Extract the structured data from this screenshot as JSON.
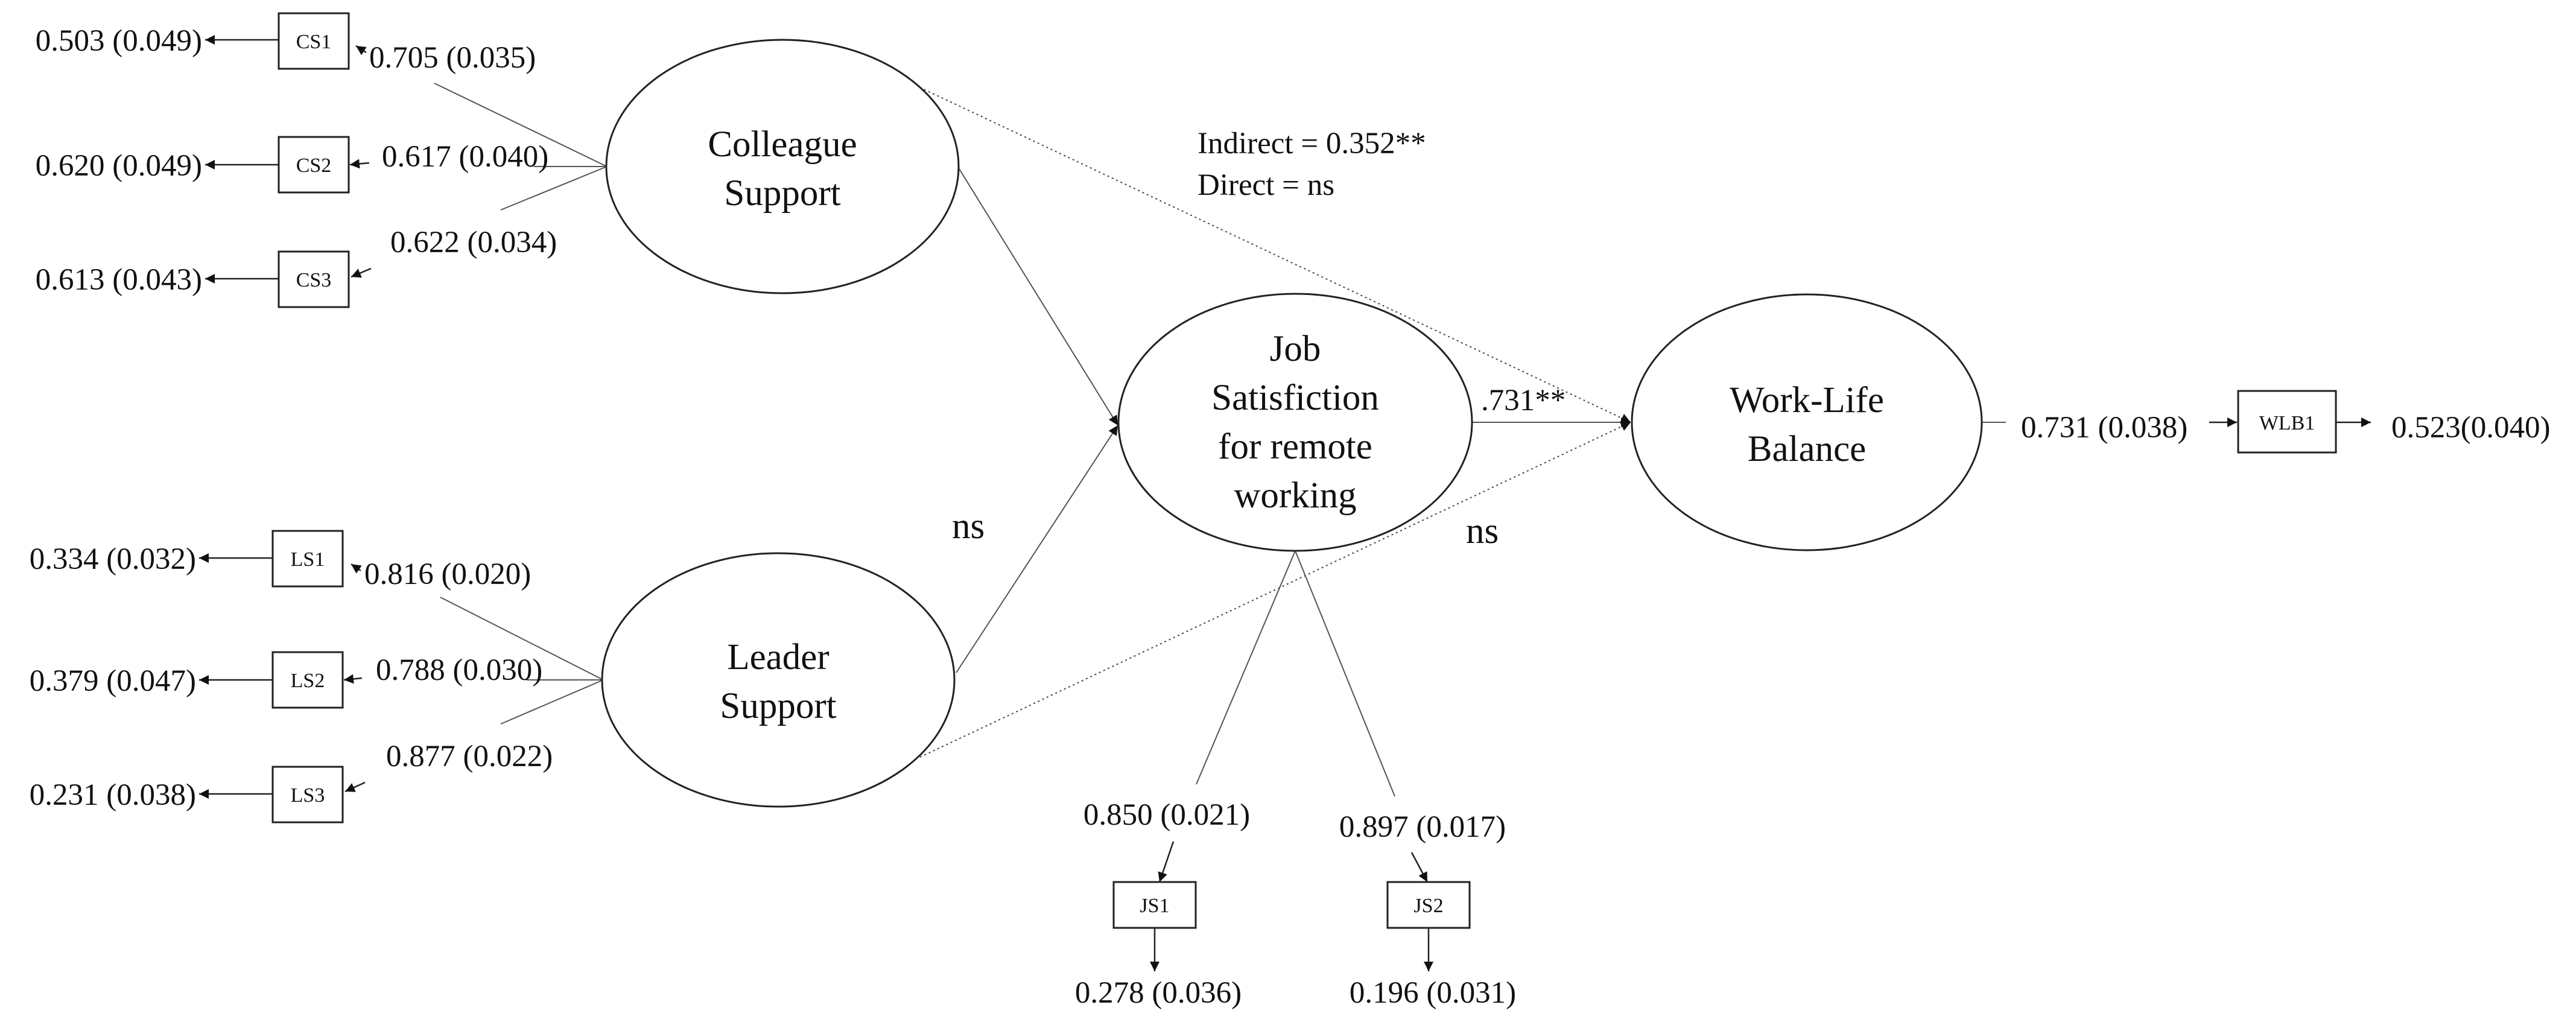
{
  "latents": {
    "colleague_support": [
      "Colleague",
      "Support"
    ],
    "leader_support": [
      "Leader",
      "Support"
    ],
    "job_satisfaction": [
      "Job",
      "Satisfiction",
      "for remote",
      "working"
    ],
    "work_life_balance": [
      "Work-Life",
      "Balance"
    ]
  },
  "indicators": {
    "CS1": {
      "name": "CS1",
      "error": "0.503 (0.049)",
      "loading": "0.705 (0.035)"
    },
    "CS2": {
      "name": "CS2",
      "error": "0.620 (0.049)",
      "loading": "0.617 (0.040)"
    },
    "CS3": {
      "name": "CS3",
      "error": "0.613 (0.043)",
      "loading": "0.622 (0.034)"
    },
    "LS1": {
      "name": "LS1",
      "error": "0.334 (0.032)",
      "loading": "0.816 (0.020)"
    },
    "LS2": {
      "name": "LS2",
      "error": "0.379 (0.047)",
      "loading": "0.788 (0.030)"
    },
    "LS3": {
      "name": "LS3",
      "error": "0.231 (0.038)",
      "loading": "0.877 (0.022)"
    },
    "JS1": {
      "name": "JS1",
      "error": "0.278 (0.036)",
      "loading": "0.850 (0.021)"
    },
    "JS2": {
      "name": "JS2",
      "error": "0.196 (0.031)",
      "loading": "0.897 (0.017)"
    },
    "WLB1": {
      "name": "WLB1",
      "error": "0.523(0.040)",
      "loading": "0.731 (0.038)"
    }
  },
  "paths": {
    "indirect": "Indirect = 0.352**",
    "direct": "Direct = ns",
    "leader_to_js": "ns",
    "js_to_wlb": ".731**",
    "leader_to_wlb": "ns"
  },
  "icons": {
    "arrowhead": "arrowhead-icon"
  }
}
